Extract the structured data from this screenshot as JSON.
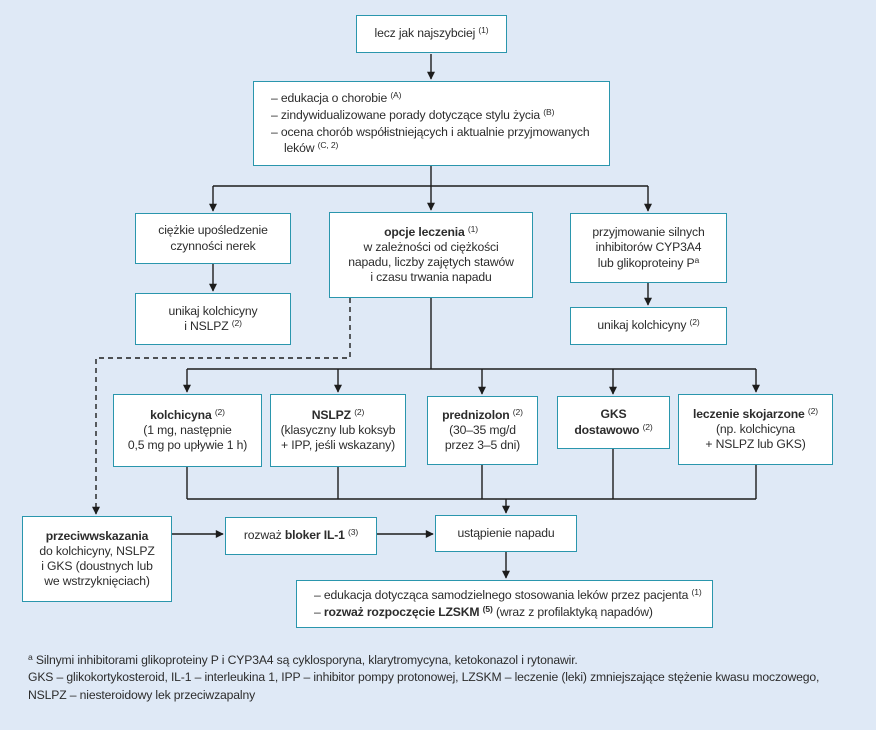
{
  "palette": {
    "background": "#dfe9f6",
    "box_fill": "#ffffff",
    "box_border": "#2a96ad",
    "text": "#2c2c2c",
    "connector": "#1d1d1d"
  },
  "diagram": {
    "boxes": {
      "start": {
        "lines": [
          [
            {
              "t": "lecz jak najszybciej ",
              "y": "n"
            },
            {
              "t": "(1)",
              "y": "s"
            }
          ]
        ]
      },
      "education": {
        "lines": [
          [
            {
              "t": "– edukacja o chorobie ",
              "y": "n"
            },
            {
              "t": "(A)",
              "y": "s"
            }
          ],
          [
            {
              "t": "– zindywidualizowane porady dotyczące stylu życia ",
              "y": "n"
            },
            {
              "t": "(B)",
              "y": "s"
            }
          ],
          [
            {
              "t": "– ocena chorób współistniejących i aktualnie przyjmowanych leków ",
              "y": "n"
            },
            {
              "t": "(C, 2)",
              "y": "s"
            }
          ]
        ]
      },
      "renal": {
        "lines": [
          [
            {
              "t": "ciężkie upośledzenie",
              "y": "n"
            }
          ],
          [
            {
              "t": "czynności nerek",
              "y": "n"
            }
          ]
        ]
      },
      "options": {
        "lines": [
          [
            {
              "t": "opcje leczenia ",
              "y": "b"
            },
            {
              "t": "(1)",
              "y": "s"
            }
          ],
          [
            {
              "t": "w zależności od ciężkości",
              "y": "n"
            }
          ],
          [
            {
              "t": "napadu, liczby zajętych stawów",
              "y": "n"
            }
          ],
          [
            {
              "t": "i czasu trwania napadu",
              "y": "n"
            }
          ]
        ]
      },
      "inhibitors": {
        "lines": [
          [
            {
              "t": "przyjmowanie silnych",
              "y": "n"
            }
          ],
          [
            {
              "t": "inhibitorów CYP3A4",
              "y": "n"
            }
          ],
          [
            {
              "t": "lub glikoproteiny P",
              "y": "n"
            },
            {
              "t": "a",
              "y": "s"
            }
          ]
        ]
      },
      "avoid_colchicine_nsaid": {
        "lines": [
          [
            {
              "t": "unikaj kolchicyny",
              "y": "n"
            }
          ],
          [
            {
              "t": "i NSLPZ ",
              "y": "n"
            },
            {
              "t": "(2)",
              "y": "s"
            }
          ]
        ]
      },
      "avoid_colchicine": {
        "lines": [
          [
            {
              "t": "unikaj kolchicyny ",
              "y": "n"
            },
            {
              "t": "(2)",
              "y": "s"
            }
          ]
        ]
      },
      "colchicine": {
        "lines": [
          [
            {
              "t": "kolchicyna ",
              "y": "b"
            },
            {
              "t": "(2)",
              "y": "s"
            }
          ],
          [
            {
              "t": "(1 mg, następnie",
              "y": "n"
            }
          ],
          [
            {
              "t": "0,5 mg po upływie 1 h)",
              "y": "n"
            }
          ]
        ]
      },
      "nsaid": {
        "lines": [
          [
            {
              "t": "NSLPZ ",
              "y": "b"
            },
            {
              "t": "(2)",
              "y": "s"
            }
          ],
          [
            {
              "t": "(klasyczny lub koksyb",
              "y": "n"
            }
          ],
          [
            {
              "t": "+ IPP, jeśli wskazany)",
              "y": "n"
            }
          ]
        ]
      },
      "prednisolone": {
        "lines": [
          [
            {
              "t": "prednizolon ",
              "y": "b"
            },
            {
              "t": "(2)",
              "y": "s"
            }
          ],
          [
            {
              "t": "(30–35 mg/d",
              "y": "n"
            }
          ],
          [
            {
              "t": "przez 3–5 dni)",
              "y": "n"
            }
          ]
        ]
      },
      "gks": {
        "lines": [
          [
            {
              "t": "GKS",
              "y": "b"
            }
          ],
          [
            {
              "t": "dostawowo ",
              "y": "b"
            },
            {
              "t": "(2)",
              "y": "s"
            }
          ]
        ]
      },
      "combination": {
        "lines": [
          [
            {
              "t": "leczenie skojarzone ",
              "y": "b"
            },
            {
              "t": "(2)",
              "y": "s"
            }
          ],
          [
            {
              "t": "(np. kolchicyna",
              "y": "n"
            }
          ],
          [
            {
              "t": "+ NSLPZ lub GKS)",
              "y": "n"
            }
          ]
        ]
      },
      "contraindications": {
        "lines": [
          [
            {
              "t": "przeciwwskazania",
              "y": "b"
            }
          ],
          [
            {
              "t": "do kolchicyny, NSLPZ",
              "y": "n"
            }
          ],
          [
            {
              "t": "i GKS (doustnych lub",
              "y": "n"
            }
          ],
          [
            {
              "t": "we wstrzyknięciach)",
              "y": "n"
            }
          ]
        ]
      },
      "il1_blocker": {
        "lines": [
          [
            {
              "t": "rozważ ",
              "y": "n"
            },
            {
              "t": "bloker IL-1 ",
              "y": "b"
            },
            {
              "t": "(3)",
              "y": "s"
            }
          ]
        ]
      },
      "resolution": {
        "lines": [
          [
            {
              "t": "ustąpienie napadu",
              "y": "n"
            }
          ]
        ]
      },
      "final": {
        "lines": [
          [
            {
              "t": "– edukacja dotycząca samodzielnego stosowania leków przez pacjenta ",
              "y": "n"
            },
            {
              "t": "(1)",
              "y": "s"
            }
          ],
          [
            {
              "t": "– ",
              "y": "n"
            },
            {
              "t": "rozważ rozpoczęcie LZSKM ",
              "y": "b"
            },
            {
              "t": "(5)",
              "y": "sb"
            },
            {
              "t": " (wraz z profilaktyką napadów)",
              "y": "n"
            }
          ]
        ]
      }
    },
    "footnote": {
      "lines": [
        [
          {
            "t": "a",
            "y": "s"
          },
          {
            "t": " Silnymi inhibitorami glikoproteiny P i CYP3A4 są cyklosporyna, klarytromycyna, ketokonazol i rytonawir.",
            "y": "n"
          }
        ],
        [
          {
            "t": "GKS – glikokortykosteroid, IL-1 – interleukina 1, IPP – inhibitor pompy protonowej, LZSKM – leczenie (leki) zmniejszające stężenie kwasu moczowego,",
            "y": "n"
          }
        ],
        [
          {
            "t": "NSLPZ – niesteroidowy lek przeciwzapalny",
            "y": "n"
          }
        ]
      ]
    }
  }
}
